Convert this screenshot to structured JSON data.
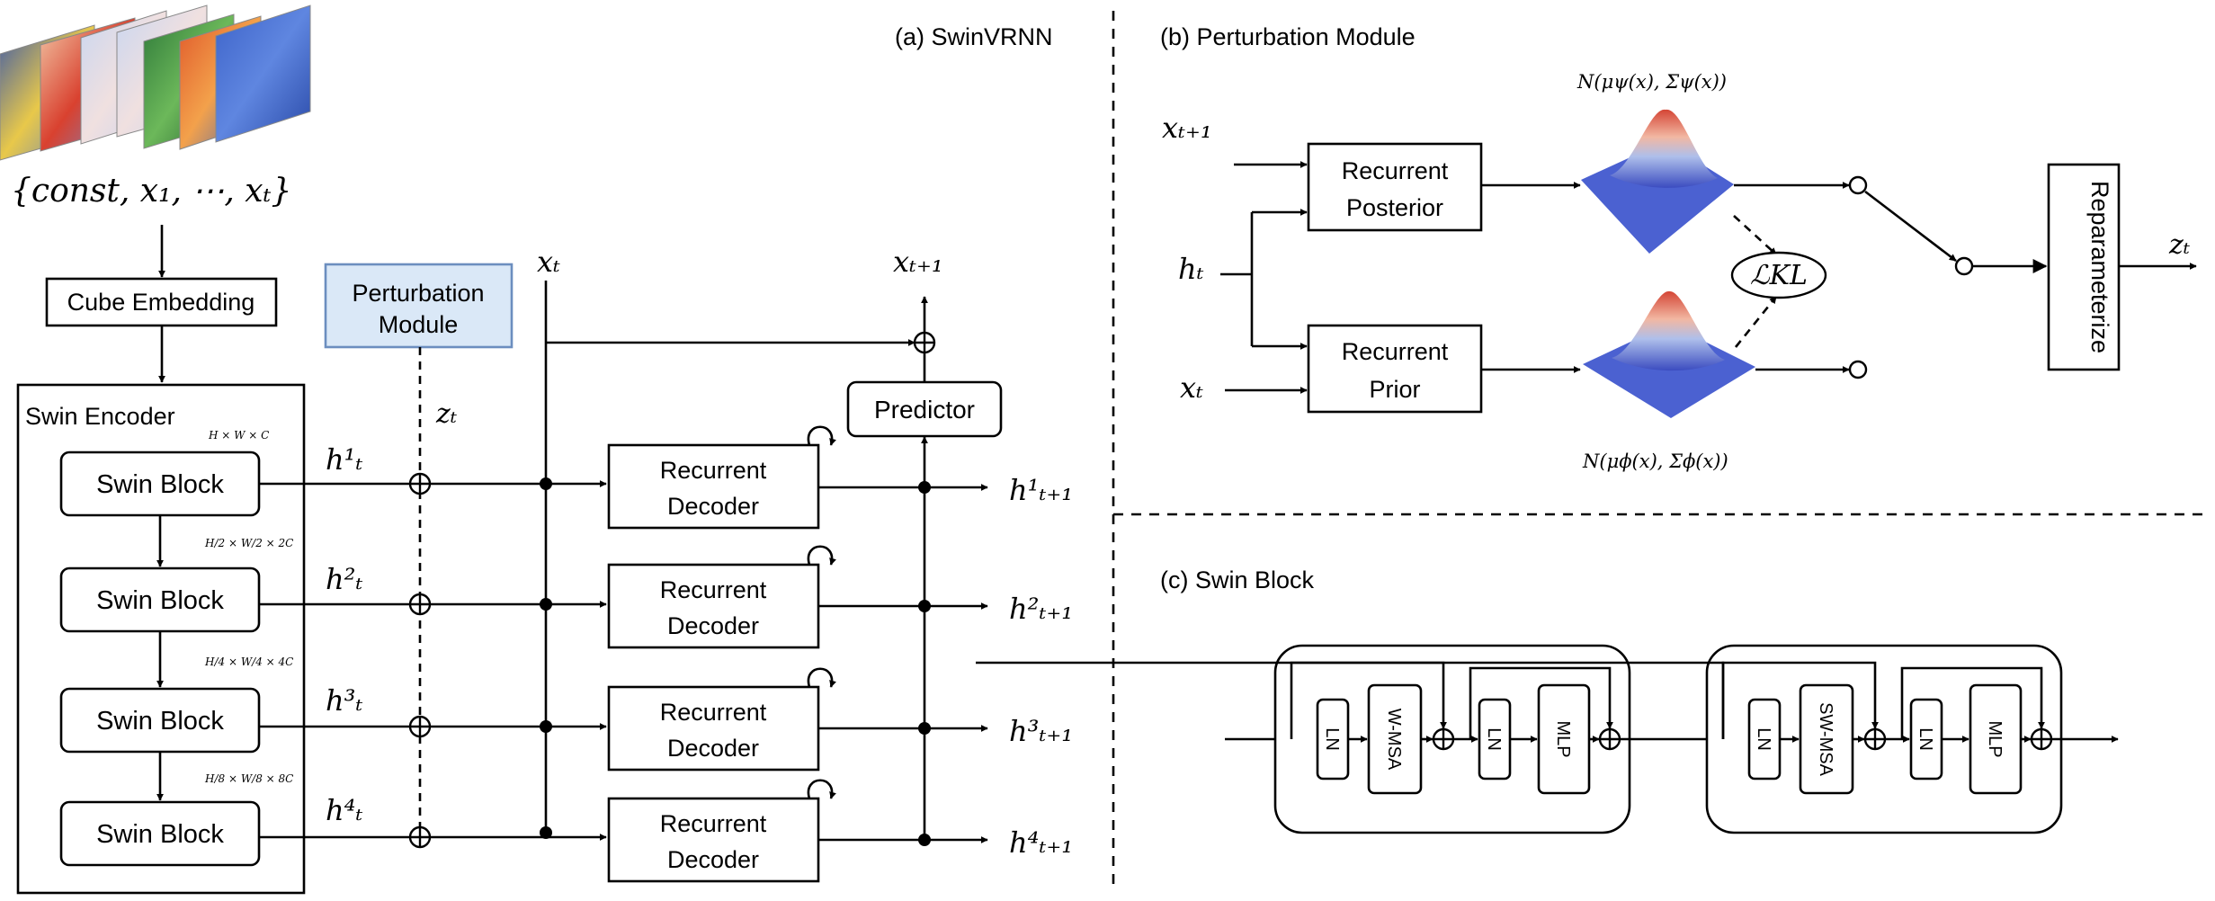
{
  "panels": {
    "a_title": "(a) SwinVRNN",
    "b_title": "(b) Perturbation Module",
    "c_title": "(c) Swin Block"
  },
  "inputs": {
    "set_label": "{const, x₁, ⋯, xₜ}"
  },
  "encoder": {
    "cube_embedding": "Cube Embedding",
    "swin_encoder": "Swin Encoder",
    "swin_block": "Swin Block",
    "dims": [
      "H × W × C",
      "H/2 × W/2 × 2C",
      "H/4 × W/4 × 4C",
      "H/8 × W/8 × 8C"
    ]
  },
  "perturbation": {
    "label_line1": "Perturbation",
    "label_line2": "Module",
    "z": "zₜ"
  },
  "decoder": {
    "line1": "Recurrent",
    "line2": "Decoder",
    "predictor": "Predictor",
    "x_t": "xₜ",
    "x_next": "xₜ₊₁"
  },
  "hidden_in": [
    "h¹ₜ",
    "h²ₜ",
    "h³ₜ",
    "h⁴ₜ"
  ],
  "hidden_out": [
    "h¹ₜ₊₁",
    "h²ₜ₊₁",
    "h³ₜ₊₁",
    "h⁴ₜ₊₁"
  ],
  "module_b": {
    "x_next": "xₜ₊₁",
    "h_t": "hₜ",
    "x_t": "xₜ",
    "posterior_1": "Recurrent",
    "posterior_2": "Posterior",
    "prior_1": "Recurrent",
    "prior_2": "Prior",
    "dist_posterior": "N(μψ(x), Σψ(x))",
    "dist_prior": "N(μϕ(x), Σϕ(x))",
    "kl": "ℒKL",
    "reparameterize": "Reparameterize",
    "z_t": "zₜ"
  },
  "module_c": {
    "block1": [
      "LN",
      "W-MSA",
      "LN",
      "MLP"
    ],
    "block2": [
      "LN",
      "SW-MSA",
      "LN",
      "MLP"
    ]
  },
  "colors": {
    "perturbation_fill": "#dae8f7",
    "perturbation_stroke": "#6c8ebf",
    "gaussian_low": "#3b4cc0",
    "gaussian_high": "#d44535"
  }
}
